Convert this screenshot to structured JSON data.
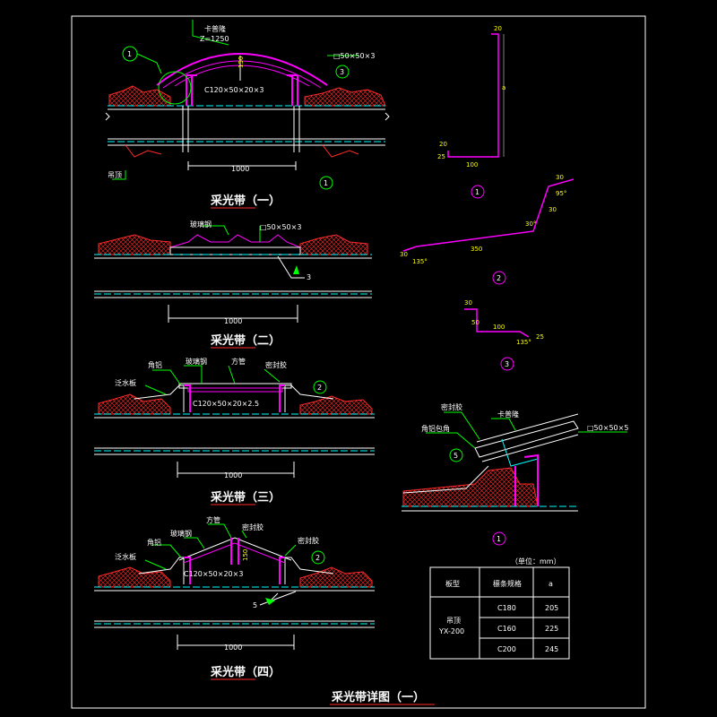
{
  "sheet_title": "采光带详图（一）",
  "sections": {
    "s1": {
      "title": "采光带（一）",
      "top_label": "卡普隆",
      "z_label": "Z=1250",
      "rise": "150",
      "channel": "C120×50×20×3",
      "tube": "□50×50×3",
      "span": "1000",
      "purlin": "吊顶",
      "callout_left": "1",
      "callout_right": "3",
      "bubble": "1"
    },
    "s2": {
      "title": "采光带（二）",
      "top_label": "玻璃钢",
      "tube": "□50×50×3",
      "span": "1000",
      "slope": "3"
    },
    "s3": {
      "title": "采光带（三）",
      "angle": "角铝",
      "glass": "玻璃钢",
      "tube": "方管",
      "sealant": "密封胶",
      "flashing": "泛水板",
      "channel": "C120×50×20×2.5",
      "span": "1000",
      "callout": "2"
    },
    "s4": {
      "title": "采光带（四）",
      "tube": "方管",
      "glass": "玻璃钢",
      "angle": "角铝",
      "sealant1": "密封胶",
      "sealant2": "密封胶",
      "flashing": "泛水板",
      "rise": "150",
      "channel": "C120×50×20×3",
      "span": "1000",
      "slope": "5",
      "callout": "2"
    }
  },
  "part1": {
    "d_top": "20",
    "d_var": "a",
    "d_foot": "20",
    "d_corner": "25",
    "d_base": "100",
    "label": "1"
  },
  "part2": {
    "d_end": "30",
    "d_deg1": "95°",
    "d_30b": "30",
    "d_deg2": "30°",
    "d_len": "350",
    "d_left": "30",
    "d_deg3": "135°",
    "label": "2"
  },
  "part3": {
    "d_top": "30",
    "d_h": "50",
    "d_len": "100",
    "d_deg": "135°",
    "d_end": "25",
    "label": "3"
  },
  "detail": {
    "sealant": "密封胶",
    "top": "卡普隆",
    "edge": "角铝包角",
    "tube": "□50×50×5",
    "callout": "5",
    "label": "1"
  },
  "table": {
    "unit": "（单位：mm）",
    "headers": [
      "板型",
      "檩条规格",
      "a"
    ],
    "group": [
      "吊顶",
      "YX-200"
    ],
    "rows": [
      [
        "C180",
        "205"
      ],
      [
        "C160",
        "225"
      ],
      [
        "C200",
        "245"
      ]
    ]
  },
  "colors": {
    "frame": "#ffffff",
    "profile": "#ff00ff",
    "steel": "#00ffff",
    "hatch": "#ff0000",
    "leader": "#00ff00",
    "dim": "#ffff00"
  }
}
